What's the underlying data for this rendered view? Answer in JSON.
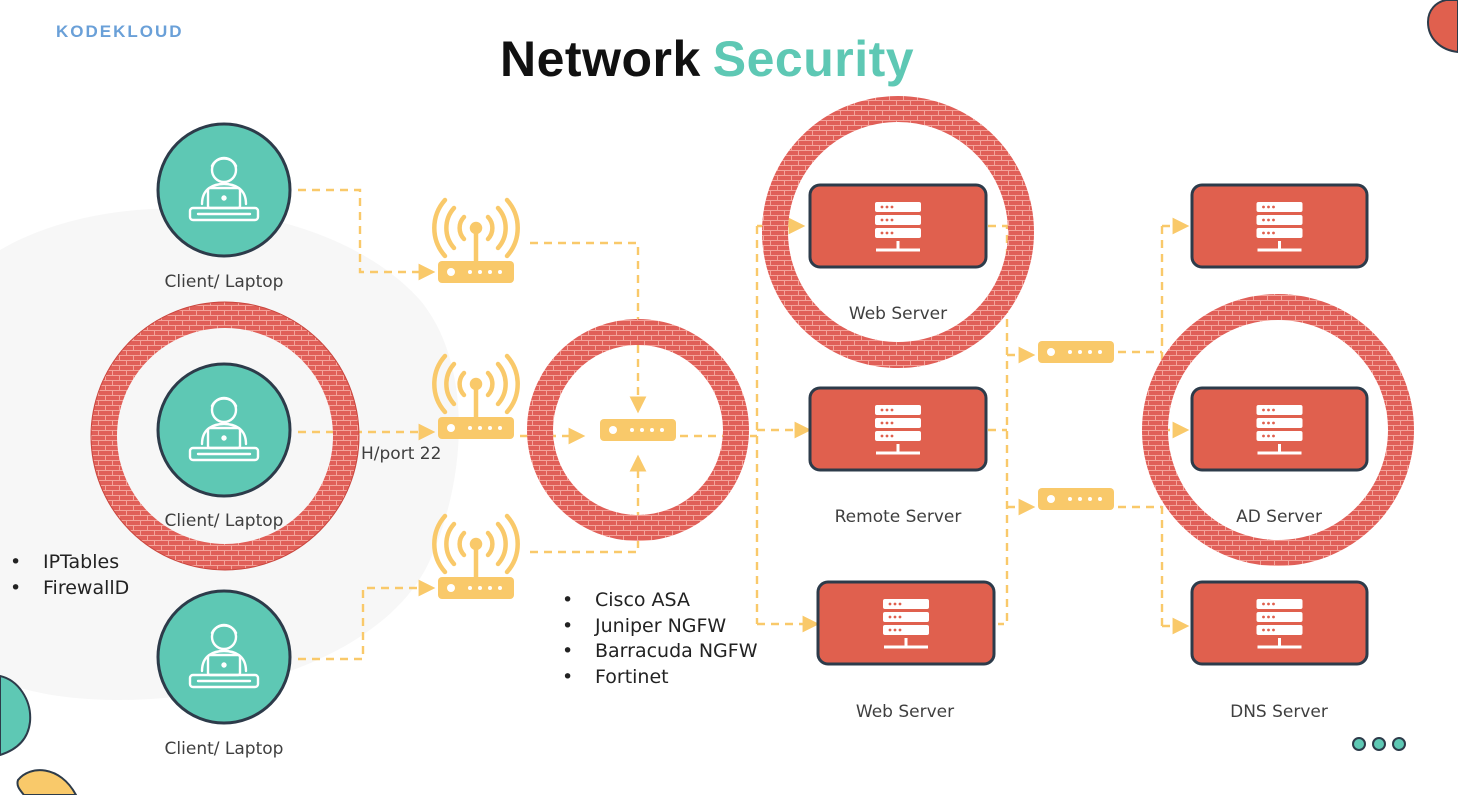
{
  "header": {
    "logo_text": "KODEKLOUD",
    "title_part1": "Network",
    "title_part2": "Security"
  },
  "clients": [
    {
      "label": "Client/ Laptop",
      "firewalled": false
    },
    {
      "label": "Client/ Laptop",
      "firewalled": true
    },
    {
      "label": "Client/ Laptop",
      "firewalled": false
    }
  ],
  "connection_label": "H/port 22",
  "host_firewalls": [
    "IPTables",
    "FirewallD"
  ],
  "network_firewalls": [
    "Cisco ASA",
    "Juniper NGFW",
    "Barracuda NGFW",
    "Fortinet"
  ],
  "servers": {
    "web_server_top": {
      "label": "Web Server",
      "firewalled": true
    },
    "remote_server": {
      "label": "Remote Server",
      "firewalled": false
    },
    "web_server_bottom": {
      "label": "Web Server",
      "firewalled": false
    },
    "ad_server": {
      "label": "AD Server",
      "firewalled": true
    },
    "dns_server": {
      "label": "DNS Server",
      "firewalled": false
    }
  },
  "colors": {
    "client": "#5ec8b4",
    "server": "#e0604e",
    "router": "#f9c96a",
    "firewall_brick": "#e0605a",
    "connection": "#f9c96a",
    "title_accent": "#5ec8b4"
  },
  "icons": [
    "user-laptop-icon",
    "wifi-router-icon",
    "router-icon",
    "server-rack-icon",
    "brick-firewall-icon"
  ]
}
